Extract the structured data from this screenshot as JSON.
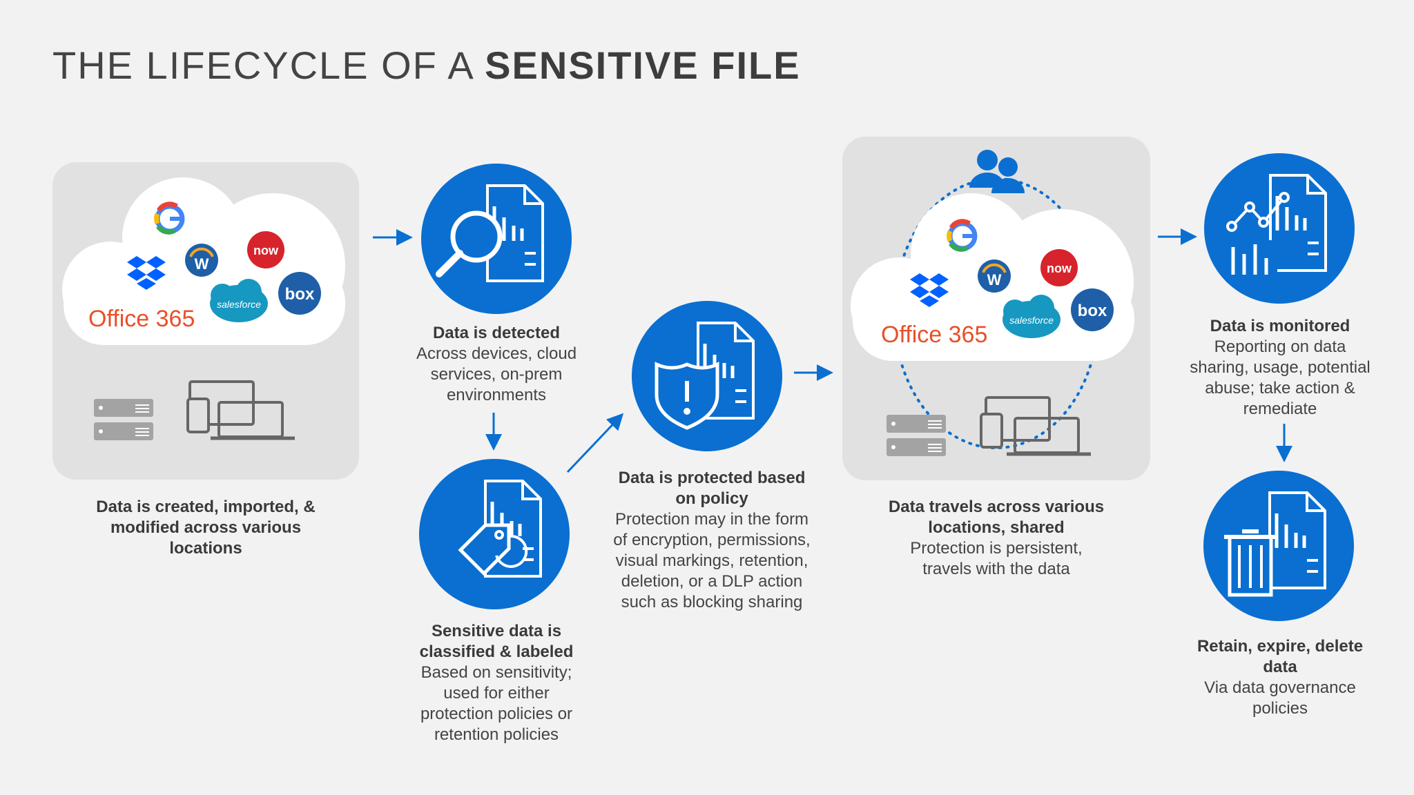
{
  "title": {
    "light": "THE LIFECYCLE OF A ",
    "bold": "SENSITIVE FILE"
  },
  "logos": {
    "office": "Office 365",
    "salesforce": "salesforce",
    "box": "box",
    "servicenow": "now",
    "workday": "W",
    "google": "G"
  },
  "steps": {
    "created": {
      "heading": "Data is created, imported, & modified across various locations"
    },
    "detected": {
      "heading": "Data is detected",
      "desc": "Across devices, cloud services, on-prem environments"
    },
    "classified": {
      "heading": "Sensitive data is classified & labeled",
      "desc": "Based on sensitivity; used for either protection policies or retention policies"
    },
    "protected": {
      "heading": "Data is protected based on policy",
      "desc": "Protection may in the form of encryption, permissions, visual markings, retention, deletion, or a DLP action such as blocking sharing"
    },
    "travels": {
      "heading": "Data travels across various locations, shared",
      "desc": "Protection is persistent, travels with the data"
    },
    "monitored": {
      "heading": "Data is monitored",
      "desc": "Reporting on data sharing, usage, potential abuse; take action & remediate"
    },
    "retain": {
      "heading": "Retain, expire, delete data",
      "desc": "Via data governance policies"
    }
  },
  "colors": {
    "accent": "#0a6fd1",
    "panel": "#e1e1e1",
    "background": "#f2f2f2",
    "office": "#e8502a"
  },
  "icons": [
    "google-icon",
    "workday-icon",
    "servicenow-icon",
    "dropbox-icon",
    "salesforce-icon",
    "box-icon",
    "server-icon",
    "devices-icon",
    "document-search-icon",
    "document-tag-icon",
    "document-shield-icon",
    "users-icon",
    "document-chart-icon",
    "trash-document-icon",
    "arrow-icon"
  ]
}
